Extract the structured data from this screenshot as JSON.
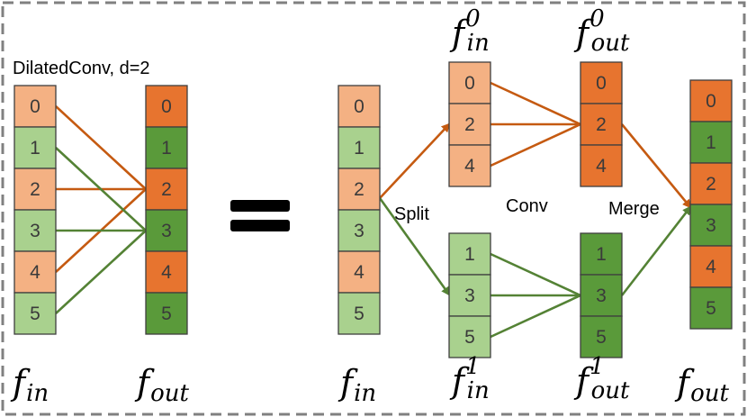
{
  "colors": {
    "light_orange": "#f4b183",
    "dark_orange": "#e7742f",
    "light_green": "#a9d18e",
    "dark_green": "#5a9a3a",
    "orange_line": "#c55a11",
    "green_line": "#548235",
    "border": "#808080",
    "equals": "#000000"
  },
  "left": {
    "title": "DilatedConv, d=2",
    "input_cells": [
      "0",
      "1",
      "2",
      "3",
      "4",
      "5"
    ],
    "output_cells": [
      "0",
      "1",
      "2",
      "3",
      "4",
      "5"
    ],
    "input_label": {
      "base": "f",
      "sub": "in"
    },
    "output_label": {
      "base": "f",
      "sub": "out"
    }
  },
  "right": {
    "input_cells": [
      "0",
      "1",
      "2",
      "3",
      "4",
      "5"
    ],
    "split_label": "Split",
    "conv_label": "Conv",
    "merge_label": "Merge",
    "even_in_cells": [
      "0",
      "2",
      "4"
    ],
    "odd_in_cells": [
      "1",
      "3",
      "5"
    ],
    "even_out_cells": [
      "0",
      "2",
      "4"
    ],
    "odd_out_cells": [
      "1",
      "3",
      "5"
    ],
    "merged_cells": [
      "0",
      "1",
      "2",
      "3",
      "4",
      "5"
    ],
    "input_label": {
      "base": "f",
      "sub": "in"
    },
    "even_in_label": {
      "base": "f",
      "sub": "in",
      "sup": "0"
    },
    "odd_in_label": {
      "base": "f",
      "sub": "in",
      "sup": "1"
    },
    "even_out_label": {
      "base": "f",
      "sub": "out",
      "sup": "0"
    },
    "odd_out_label": {
      "base": "f",
      "sub": "out",
      "sup": "1"
    },
    "merged_label": {
      "base": "f",
      "sub": "out"
    }
  }
}
